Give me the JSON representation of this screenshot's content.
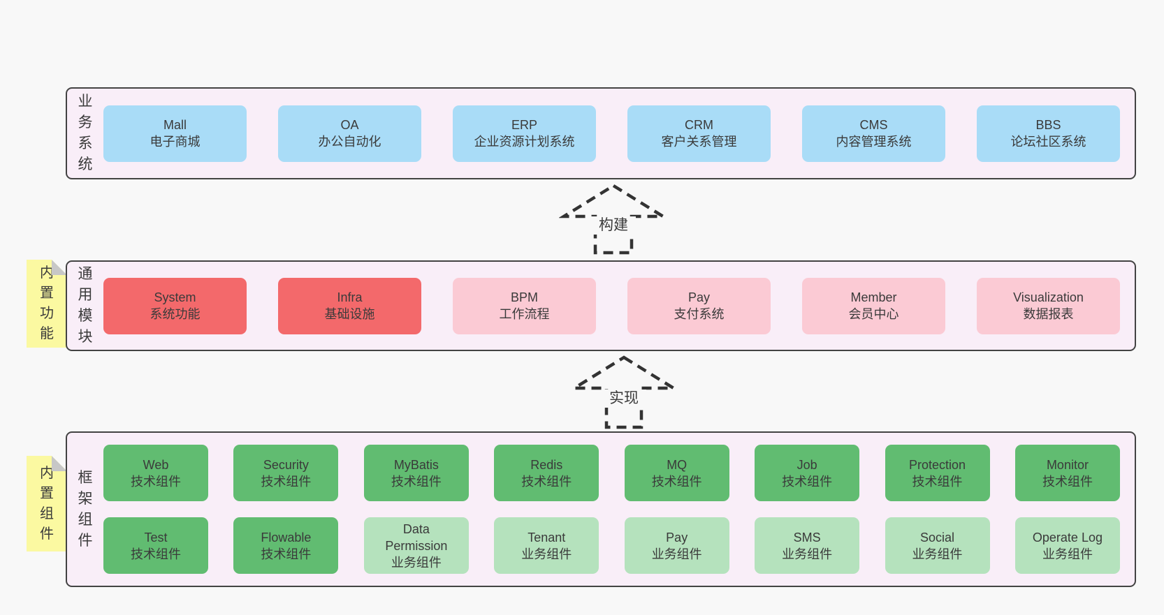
{
  "colors": {
    "pageBg": "#f8f8f8",
    "panelBg": "#f9eef8",
    "border": "#434343",
    "text": "#3a3a3a",
    "dash": "#333333",
    "blue": "#a9dcf7",
    "red": "#f3696b",
    "pink": "#fbcad4",
    "green": "#61bc71",
    "greenLight": "#b5e2bd",
    "yellow": "#fbf9a1",
    "fold": "#c7c7c7"
  },
  "business": {
    "label": "业务系统",
    "boxes": [
      {
        "name": "Mall",
        "desc": "电子商城",
        "type": "blue"
      },
      {
        "name": "OA",
        "desc": "办公自动化",
        "type": "blue"
      },
      {
        "name": "ERP",
        "desc": "企业资源计划系统",
        "type": "blue"
      },
      {
        "name": "CRM",
        "desc": "客户关系管理",
        "type": "blue"
      },
      {
        "name": "CMS",
        "desc": "内容管理系统",
        "type": "blue"
      },
      {
        "name": "BBS",
        "desc": "论坛社区系统",
        "type": "blue"
      }
    ]
  },
  "arrows": {
    "build": "构建",
    "implement": "实现"
  },
  "modules": {
    "label": "通用模块",
    "sticky": "内置功能",
    "boxes": [
      {
        "name": "System",
        "desc": "系统功能",
        "type": "red"
      },
      {
        "name": "Infra",
        "desc": "基础设施",
        "type": "red"
      },
      {
        "name": "BPM",
        "desc": "工作流程",
        "type": "pink"
      },
      {
        "name": "Pay",
        "desc": "支付系统",
        "type": "pink"
      },
      {
        "name": "Member",
        "desc": "会员中心",
        "type": "pink"
      },
      {
        "name": "Visualization",
        "desc": "数据报表",
        "type": "pink"
      }
    ]
  },
  "components": {
    "label": "框架组件",
    "sticky": "内置组件",
    "row1": [
      {
        "name": "Web",
        "desc": "技术组件",
        "type": "green"
      },
      {
        "name": "Security",
        "desc": "技术组件",
        "type": "green"
      },
      {
        "name": "MyBatis",
        "desc": "技术组件",
        "type": "green"
      },
      {
        "name": "Redis",
        "desc": "技术组件",
        "type": "green"
      },
      {
        "name": "MQ",
        "desc": "技术组件",
        "type": "green"
      },
      {
        "name": "Job",
        "desc": "技术组件",
        "type": "green"
      },
      {
        "name": "Protection",
        "desc": "技术组件",
        "type": "green"
      },
      {
        "name": "Monitor",
        "desc": "技术组件",
        "type": "green"
      }
    ],
    "row2": [
      {
        "name": "Test",
        "desc": "技术组件",
        "type": "green"
      },
      {
        "name": "Flowable",
        "desc": "技术组件",
        "type": "green"
      },
      {
        "name": "Data Permission",
        "desc": "业务组件",
        "type": "green-light"
      },
      {
        "name": "Tenant",
        "desc": "业务组件",
        "type": "green-light"
      },
      {
        "name": "Pay",
        "desc": "业务组件",
        "type": "green-light"
      },
      {
        "name": "SMS",
        "desc": "业务组件",
        "type": "green-light"
      },
      {
        "name": "Social",
        "desc": "业务组件",
        "type": "green-light"
      },
      {
        "name": "Operate Log",
        "desc": "业务组件",
        "type": "green-light"
      }
    ]
  }
}
